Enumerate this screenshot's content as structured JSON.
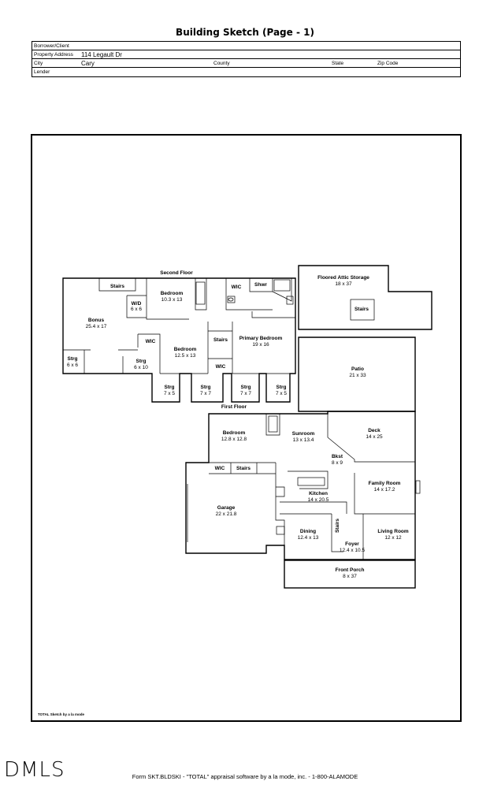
{
  "title": "Building Sketch (Page - 1)",
  "info": {
    "borrower_label": "Borrower/Client",
    "borrower_value": "",
    "address_label": "Property Address",
    "address_value": "114 Legault Dr",
    "city_label": "City",
    "city_value": "Cary",
    "county_label": "County",
    "state_label": "State",
    "zip_label": "Zip Code",
    "lender_label": "Lender"
  },
  "floors": {
    "second": "Second Floor",
    "first": "First Floor"
  },
  "rooms": {
    "stairs_2a": "Stairs",
    "bedroom_a": "Bedroom",
    "bedroom_a_dim": "10.3 x 13",
    "wic_a": "WIC",
    "shwr": "Shwr",
    "wd": "W/D",
    "wd_dim": "6 x 6",
    "bonus": "Bonus",
    "bonus_dim": "25.4 x 17",
    "wic_b": "WIC",
    "bedroom_b": "Bedroom",
    "bedroom_b_dim": "12.5 x 13",
    "stairs_2b": "Stairs",
    "primary": "Primary Bedroom",
    "primary_dim": "19 x 16",
    "wic_c": "WIC",
    "strg_a": "Strg",
    "strg_a_dim": "6 x 6",
    "strg_b": "Strg",
    "strg_b_dim": "6 x 10",
    "strg_c": "Strg",
    "strg_c_dim": "7 x 5",
    "strg_d": "Strg",
    "strg_d_dim": "7 x 7",
    "strg_e": "Strg",
    "strg_e_dim": "7 x 7",
    "strg_f": "Strg",
    "strg_f_dim": "7 x 5",
    "attic": "Floored Attic Storage",
    "attic_dim": "18 x 37",
    "stairs_attic": "Stairs",
    "patio": "Patio",
    "patio_dim": "21 x 33",
    "bedroom_c": "Bedroom",
    "bedroom_c_dim": "12.8 x 12.8",
    "sunroom": "Sunroom",
    "sunroom_dim": "13 x 13.4",
    "deck": "Deck",
    "deck_dim": "14 x 25",
    "bkst": "Bkst",
    "bkst_dim": "8 x 9",
    "wic_d": "WIC",
    "stairs_1a": "Stairs",
    "family": "Family Room",
    "family_dim": "14 x 17.2",
    "garage": "Garage",
    "garage_dim": "22 x 21.8",
    "kitchen": "Kitchen",
    "kitchen_dim": "14 x 20.5",
    "stairs_1b": "Stairs",
    "dining": "Dining",
    "dining_dim": "12.4 x 13",
    "living": "Living Room",
    "living_dim": "12 x 12",
    "foyer": "Foyer",
    "foyer_dim": "12.4 x 10.5",
    "porch": "Front Porch",
    "porch_dim": "8 x 37"
  },
  "sketch_credit": "TOTAL Sketch by a la mode",
  "footer_brand": "DMLS",
  "footer_form": "Form SKT.BLDSKI - \"TOTAL\" appraisal software by a la mode, inc. - 1-800-ALAMODE"
}
